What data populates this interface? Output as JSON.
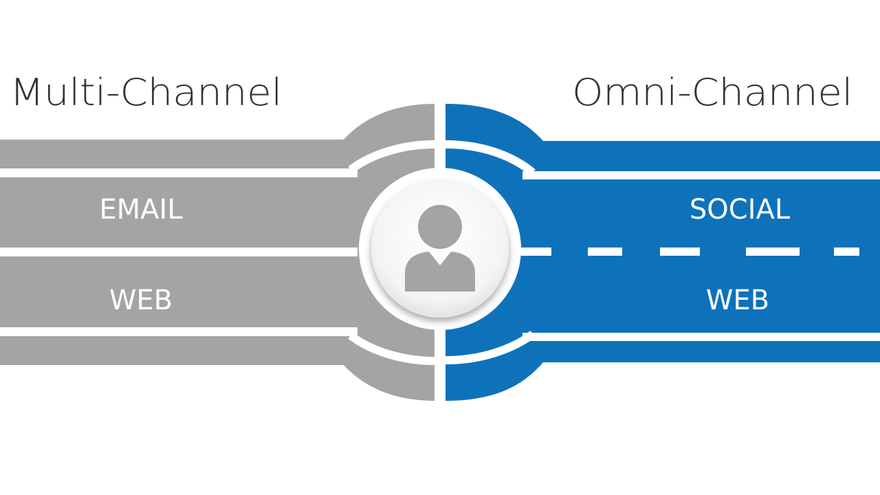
{
  "headings": {
    "left": "Multi-Channel",
    "right": "Omni-Channel"
  },
  "lanes": {
    "left": [
      "EMAIL",
      "WEB"
    ],
    "right": [
      "SOCIAL",
      "WEB"
    ]
  },
  "center_icon": "person-icon",
  "colors": {
    "left": "#a3a4a5",
    "right": "#0e72bb",
    "heading_text": "#333333",
    "lane_text": "#ffffff",
    "background": "#ffffff"
  }
}
